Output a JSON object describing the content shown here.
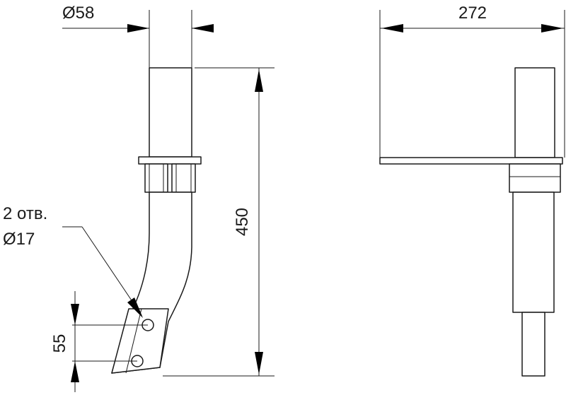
{
  "dimensions": {
    "shank_diameter": "Ø58",
    "overall_height": "450",
    "plate_width": "272",
    "hole_spacing": "55"
  },
  "holes_note": {
    "line1": "2 отв.",
    "line2": "Ø17"
  },
  "colors": {
    "line": "#1a1a1a",
    "background": "#ffffff"
  }
}
